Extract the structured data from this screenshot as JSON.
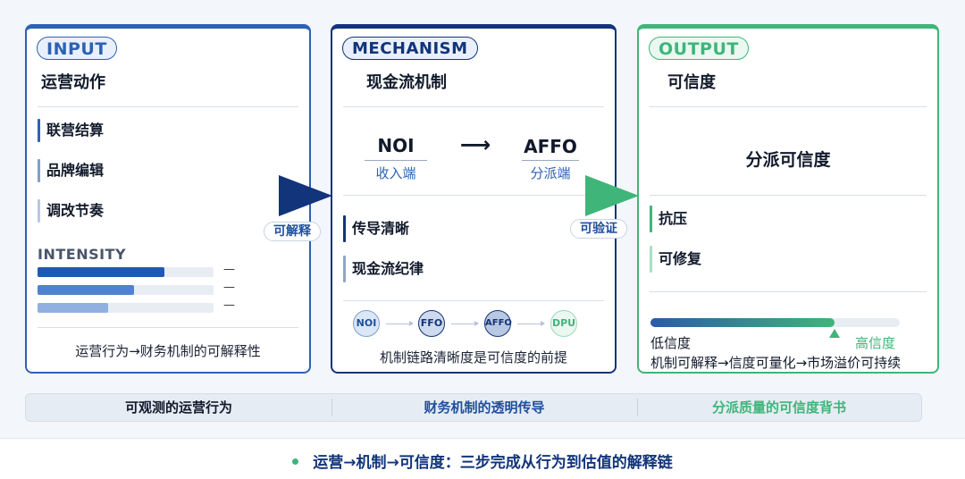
{
  "input": {
    "tag": "INPUT",
    "title": "运营动作",
    "items": [
      "联营结算",
      "品牌编辑",
      "调改节奏"
    ],
    "intensity_label": "INTENSITY",
    "intensity_levels": [
      0.72,
      0.55,
      0.4
    ],
    "intensity_dash": "—",
    "footer": "运营行为→财务机制的可解释性"
  },
  "connector1": "可解释",
  "mechanism": {
    "tag": "MECHANISM",
    "title": "现金流机制",
    "from": "NOI",
    "from_sub": "收入端",
    "arrow": "⟶",
    "to": "AFFO",
    "to_sub": "分派端",
    "items": [
      "传导清晰",
      "现金流纪律"
    ],
    "nodes": [
      "NOI",
      "FFO",
      "AFFO",
      "DPU"
    ],
    "footer": "机制链路清晰度是可信度的前提"
  },
  "connector2": "可验证",
  "output": {
    "tag": "OUTPUT",
    "title": "可信度",
    "headline": "分派可信度",
    "items": [
      "抗压",
      "可修复"
    ],
    "gauge_level": 0.74,
    "low_label": "低信度",
    "high_label": "高信度",
    "footer": "机制可解释→信度可量化→市场溢价可持续"
  },
  "strip": [
    "可观测的运营行为",
    "财务机制的透明传导",
    "分派质量的可信度背书"
  ],
  "bottom": "运营→机制→可信度：三步完成从行为到估值的解释链",
  "colors": {
    "input_blue": "#2c62b3",
    "mech_navy": "#12347a",
    "output_green": "#3fb57a"
  }
}
